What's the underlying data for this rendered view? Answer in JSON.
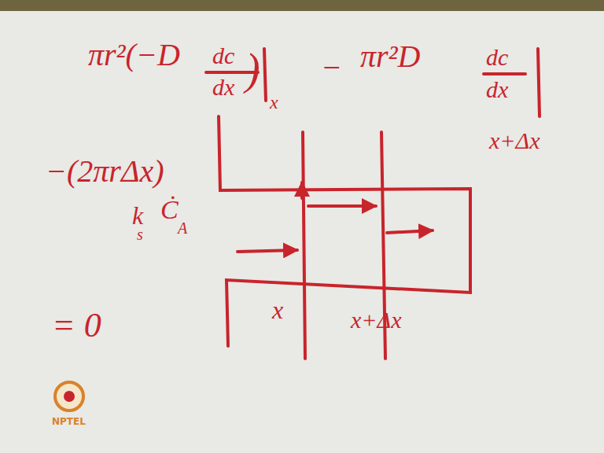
{
  "diagram": {
    "labels": [
      "πr²(−D",
      "dc",
      "dx",
      ")",
      "x",
      "−",
      "πr²D",
      "dc",
      "dx",
      "x+Δx",
      "−(2πrΔx)",
      "k",
      "s",
      "Ċ",
      "A",
      "= 0",
      "x",
      "x+Δx",
      "NPTEL"
    ]
  }
}
